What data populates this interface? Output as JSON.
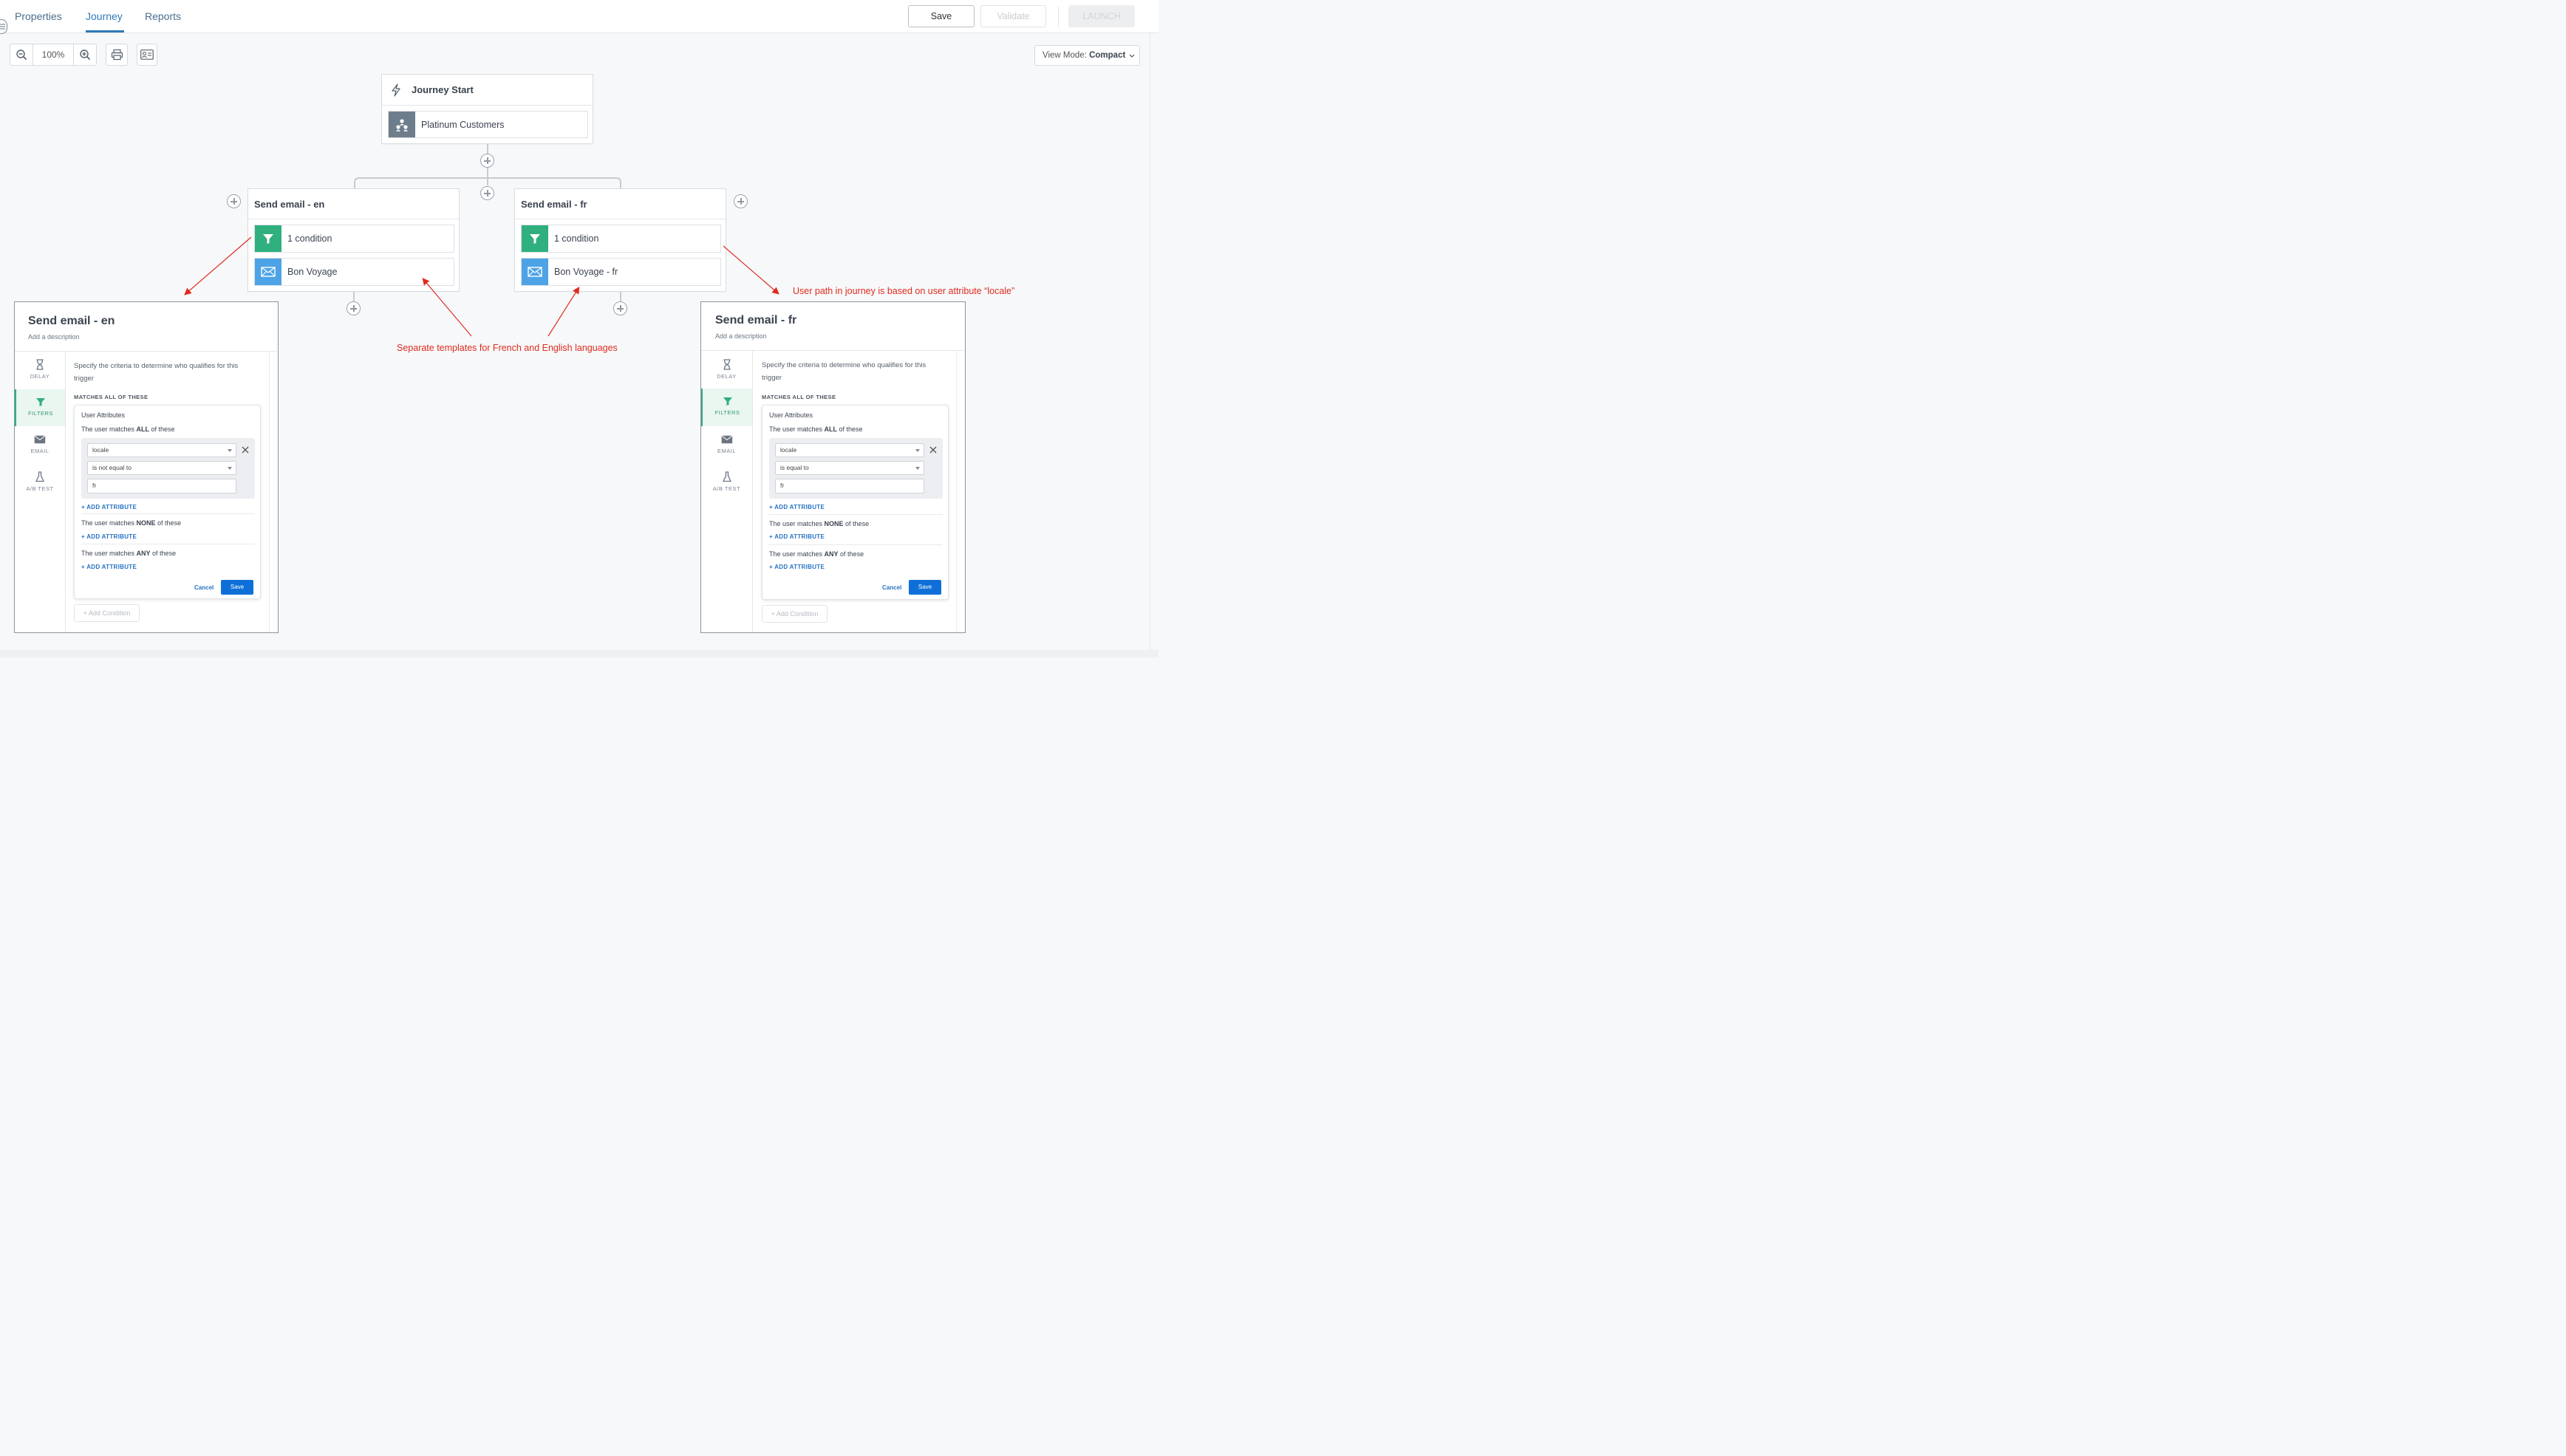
{
  "header": {
    "tabs": [
      {
        "label": "Properties",
        "active": false
      },
      {
        "label": "Journey",
        "active": true
      },
      {
        "label": "Reports",
        "active": false
      }
    ],
    "save_label": "Save",
    "validate_label": "Validate",
    "launch_label": "LAUNCH"
  },
  "toolbar": {
    "zoom_level": "100%",
    "view_mode_label": "View Mode:",
    "view_mode_value": "Compact"
  },
  "journey": {
    "start": {
      "title": "Journey Start",
      "segment": "Platinum Customers"
    },
    "branch_en": {
      "title": "Send email - en",
      "condition": "1 condition",
      "template": "Bon Voyage"
    },
    "branch_fr": {
      "title": "Send email - fr",
      "condition": "1 condition",
      "template": "Bon Voyage - fr"
    }
  },
  "annotations": {
    "templates": "Separate templates for French and English languages",
    "locale": "User path in journey is based on user attribute “locale”"
  },
  "panel_common": {
    "add_description": "Add a description",
    "nav": [
      "DELAY",
      "FILTERS",
      "EMAIL",
      "A/B TEST"
    ],
    "criteria_text": "Specify the criteria to determine who qualifies for this trigger",
    "matches_all_heading": "MATCHES ALL OF THESE",
    "user_attributes": "User Attributes",
    "match_all_pre": "The user matches ",
    "match_all_bold": "ALL",
    "match_none_bold": "NONE",
    "match_any_bold": "ANY",
    "match_post": " of these",
    "add_attribute": "+ ADD ATTRIBUTE",
    "cancel": "Cancel",
    "save": "Save",
    "add_condition": "+ Add Condition",
    "attribute": "locale",
    "value": "fr"
  },
  "panel_en": {
    "title": "Send email - en",
    "operator": "is not equal to"
  },
  "panel_fr": {
    "title": "Send email - fr",
    "operator": "is equal to"
  },
  "colors": {
    "accent": "#2f79b8",
    "filter_green": "#2fb07e",
    "email_blue": "#4da3e6",
    "segment_grey": "#6e7d8c",
    "annotation_red": "#e02b1f",
    "save_blue": "#0f6fd8"
  }
}
